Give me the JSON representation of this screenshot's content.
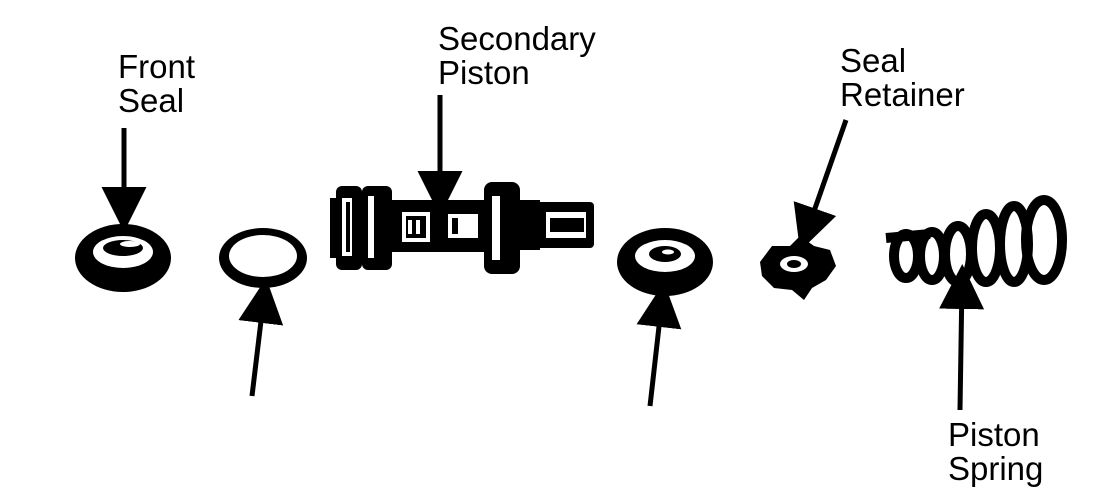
{
  "labels": {
    "front_seal": {
      "line1": "Front",
      "line2": "Seal"
    },
    "secondary_piston": {
      "line1": "Secondary",
      "line2": "Piston"
    },
    "seal_retainer": {
      "line1": "Seal",
      "line2": "Retainer"
    },
    "piston_spring": {
      "line1": "Piston",
      "line2": "Spring"
    }
  }
}
